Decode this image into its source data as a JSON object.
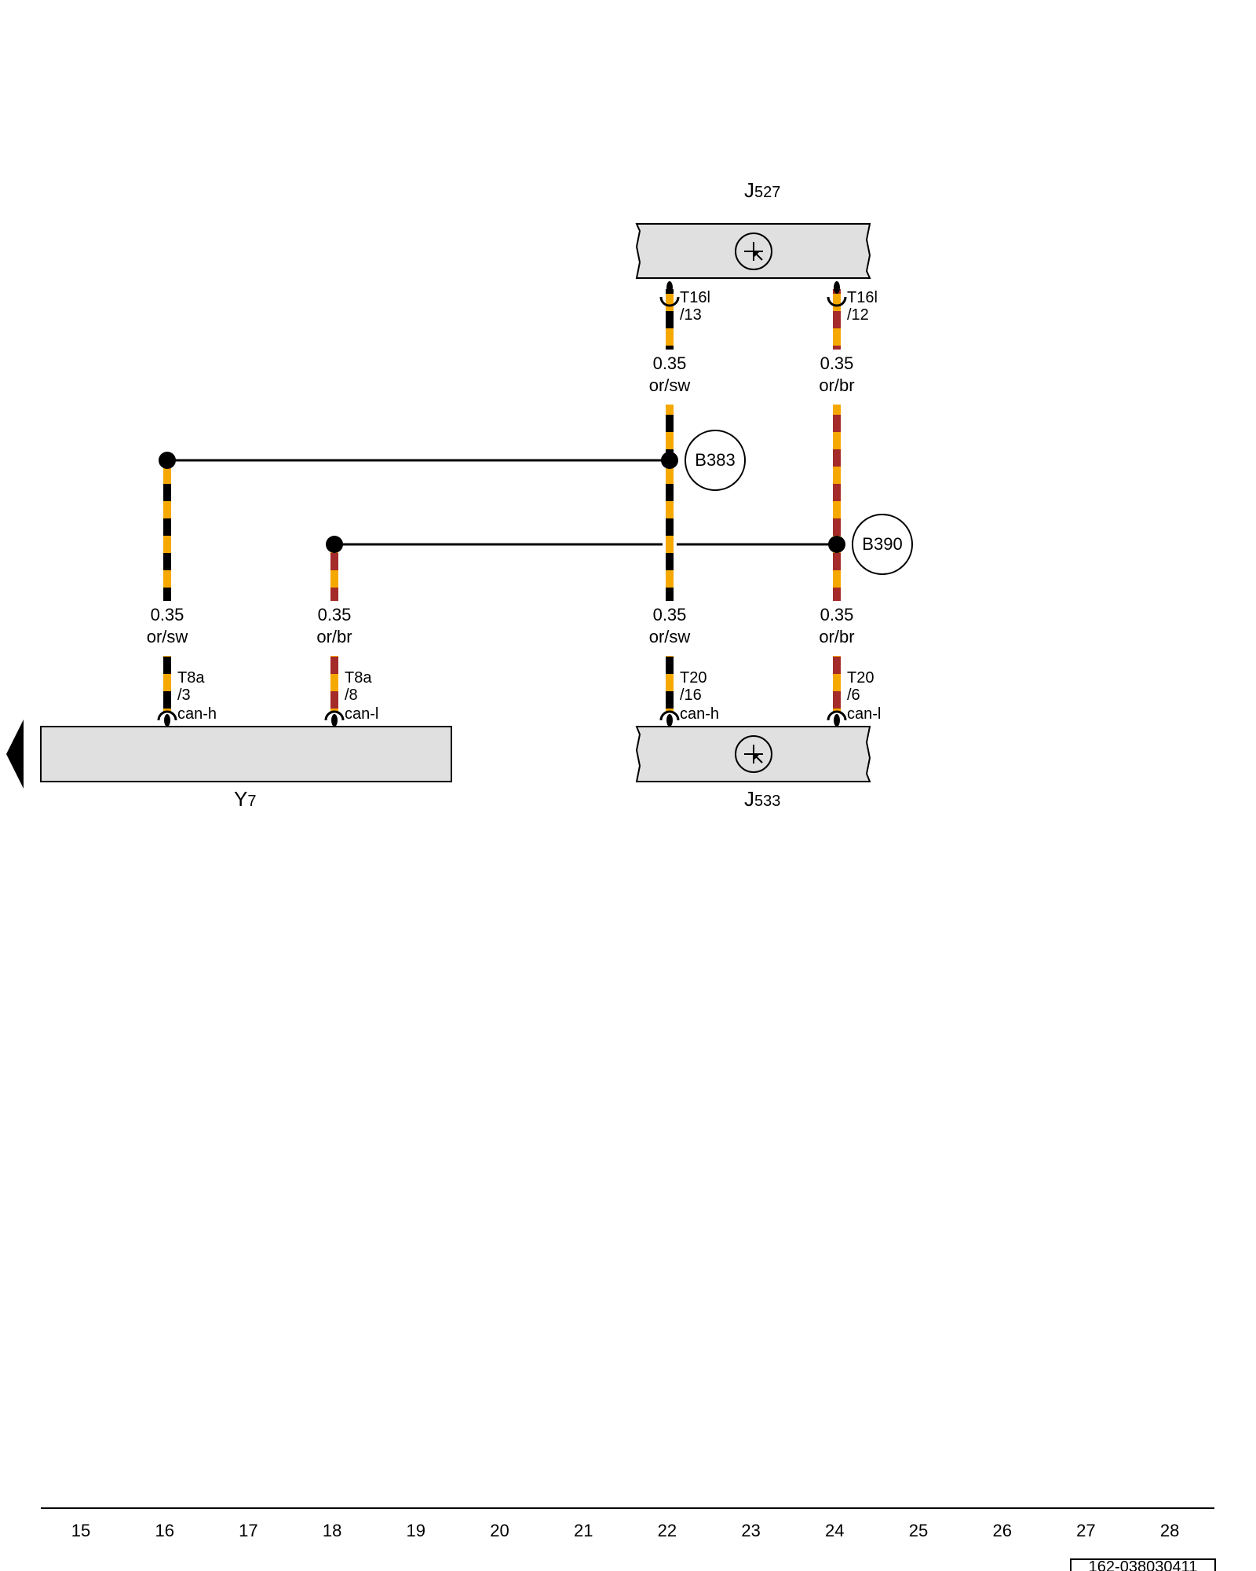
{
  "components": {
    "j527": {
      "letter": "J",
      "number": "527"
    },
    "j533": {
      "letter": "J",
      "number": "533"
    },
    "y7": {
      "letter": "Y",
      "number": "7"
    }
  },
  "wires": {
    "top_left": {
      "size": "0.35",
      "color": "or/sw"
    },
    "top_right": {
      "size": "0.35",
      "color": "or/br"
    },
    "bot_1": {
      "size": "0.35",
      "color": "or/sw"
    },
    "bot_2": {
      "size": "0.35",
      "color": "or/br"
    },
    "bot_3": {
      "size": "0.35",
      "color": "or/sw"
    },
    "bot_4": {
      "size": "0.35",
      "color": "or/br"
    }
  },
  "pins": {
    "j527_a": {
      "connector": "T16l",
      "pin": "/13"
    },
    "j527_b": {
      "connector": "T16l",
      "pin": "/12"
    },
    "y7_a": {
      "connector": "T8a",
      "pin": "/3",
      "signal": "can-h"
    },
    "y7_b": {
      "connector": "T8a",
      "pin": "/8",
      "signal": "can-l"
    },
    "j533_a": {
      "connector": "T20",
      "pin": "/16",
      "signal": "can-h"
    },
    "j533_b": {
      "connector": "T20",
      "pin": "/6",
      "signal": "can-l"
    }
  },
  "splices": {
    "b383": "B383",
    "b390": "B390"
  },
  "grid_numbers": [
    "15",
    "16",
    "17",
    "18",
    "19",
    "20",
    "21",
    "22",
    "23",
    "24",
    "25",
    "26",
    "27",
    "28"
  ],
  "doc_id": "162-038030411",
  "colors": {
    "orange": "#f5a800",
    "black": "#000000",
    "brown": "#a52a2a",
    "box": "#e0e0e0"
  }
}
